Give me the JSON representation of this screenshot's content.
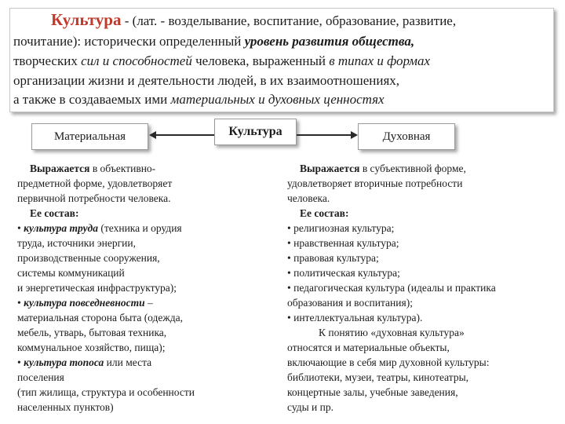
{
  "definition": {
    "title": "Культура",
    "line1_rest": " - (лат. - возделывание, воспитание, образование, развитие,",
    "line2_plain": "почитание): исторически определенный ",
    "line2_emph": "уровень развития общества,",
    "line3_plain1": "творческих ",
    "line3_italic1": "сил и способностей",
    "line3_plain2": " человека, выраженный ",
    "line3_italic2": "в типах и формах",
    "line4": "организации жизни и деятельности людей, в их взаимоотношениях,",
    "line5_plain": "а также в создаваемых ими ",
    "line5_italic": "материальных и духовных ценностях"
  },
  "diagram": {
    "center_label": "Культура",
    "left_label": "Материальная",
    "right_label": "Духовная"
  },
  "material": {
    "expr_bold": "Выражается",
    "expr_rest1": " в объективно-",
    "expr_line2": "предметной форме, удовлетворяет",
    "expr_line3": "первичной потребности человека.",
    "composition_label": "Ее состав:",
    "item1_name": "культура труда",
    "item1_rest": " (техника и орудия",
    "item1_l2": "труда, источники энергии,",
    "item1_l3": "производственные сооружения,",
    "item1_l4": "системы коммуникаций",
    "item1_l5": "и энергетическая инфраструктура);",
    "item2_name": "культура повседневности",
    "item2_rest": " –",
    "item2_l2": "материальная сторона быта (одежда,",
    "item2_l3": "мебель, утварь, бытовая техника,",
    "item2_l4": "коммунальное хозяйство, пища);",
    "item3_name": "культура топоса",
    "item3_rest": " или места",
    "item3_l2": "поселения",
    "item3_l3": "(тип жилища, структура и особенности",
    "item3_l4": "населенных пунктов)"
  },
  "spiritual": {
    "expr_bold": "Выражается",
    "expr_rest1": " в субъективной форме,",
    "expr_line2": "удовлетворяет вторичные потребности",
    "expr_line3": "человека.",
    "composition_label": "Ее состав:",
    "items": [
      "религиозная культура;",
      "нравственная культура;",
      "правовая культура;",
      "политическая культура;",
      "педагогическая культура (идеалы и практика",
      "образования и воспитания);",
      "интеллектуальная культура)."
    ],
    "note_l1": "К понятию «духовная культура»",
    "note_l2": "относятся и материальные объекты,",
    "note_l3": "включающие в себя мир духовной культуры:",
    "note_l4": "библиотеки, музеи, театры, кинотеатры,",
    "note_l5": "концертные залы, учебные заведения,",
    "note_l6": "суды и пр."
  },
  "bullet_glyph": "•",
  "colors": {
    "title_red": "#c0392b"
  }
}
